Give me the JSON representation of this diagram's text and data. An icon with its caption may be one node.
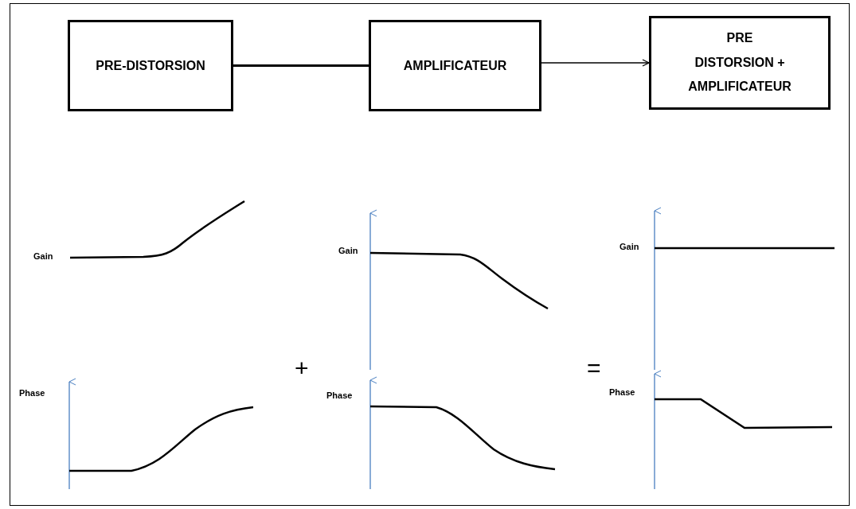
{
  "diagram": {
    "nodes": [
      {
        "text": [
          "PRE-DISTORSION"
        ]
      },
      {
        "text": [
          "AMPLIFICATEUR"
        ]
      },
      {
        "text": [
          "PRE DISTORSION + AMPLIFICATEUR"
        ]
      }
    ],
    "edges": [
      {
        "from": 0,
        "to": 1,
        "arrow": "none",
        "style": "thick"
      },
      {
        "from": 1,
        "to": 2,
        "arrow": "to"
      }
    ],
    "labels": [
      "Gain",
      "Gain",
      "Gain",
      "+",
      "=",
      "Phase",
      "Phase",
      "Phase"
    ]
  }
}
